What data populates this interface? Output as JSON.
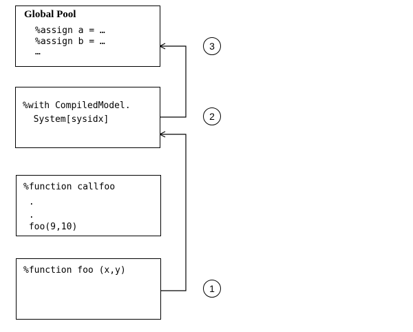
{
  "global_pool": {
    "title": "Global Pool",
    "lines": [
      "%assign a = …",
      "%assign b = …",
      "…"
    ]
  },
  "compiled_model": {
    "lines": [
      "%with CompiledModel.",
      "  System[sysidx]"
    ]
  },
  "callfoo": {
    "lines": [
      "%function callfoo",
      " .",
      " .",
      " foo(9,10)"
    ]
  },
  "foo": {
    "lines": [
      "%function foo (x,y)"
    ]
  },
  "steps": [
    "1",
    "2",
    "3"
  ]
}
